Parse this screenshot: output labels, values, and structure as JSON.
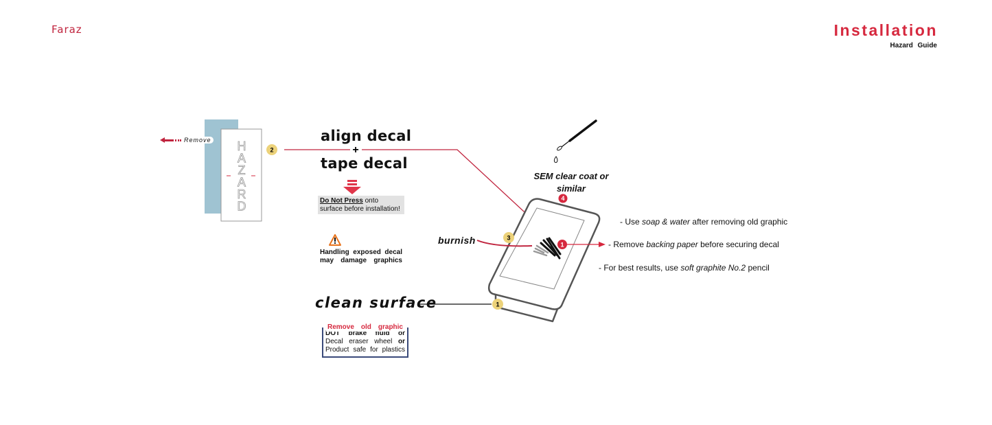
{
  "header": {
    "brand": "Faraz",
    "title": "Installation",
    "subtitle": "Hazard Guide"
  },
  "decal": {
    "letters": [
      "H",
      "A",
      "Z",
      "A",
      "R",
      "D"
    ],
    "remove_label": "Remove"
  },
  "steps": {
    "step2_top": "align decal",
    "step2_plus": "+",
    "step2_bottom": "tape decal",
    "do_not_press_bold": "Do Not Press",
    "do_not_press_rest": " onto surface before installation!",
    "warning": "Handling exposed decal may damage graphics",
    "clean_surface": "clean surface",
    "remove_box": {
      "header": "Remove old graphic",
      "line1": "DOT brake fluid",
      "line1_or": "or",
      "line2": "Decal eraser wheel",
      "line2_or": "or",
      "line3": "Product safe for plastics"
    },
    "clear_coat": "SEM clear coat or similar",
    "burnish": "burnish"
  },
  "badges": {
    "b1": "1",
    "b2": "2",
    "b3": "3",
    "b4": "4",
    "r1": "1"
  },
  "notes": {
    "n1": {
      "a": "- Use ",
      "i": "soap & water",
      "b": " after removing old graphic"
    },
    "n2": {
      "a": "- Remove ",
      "i": "backing paper",
      "b": " before securing decal"
    },
    "n3": {
      "a": "- For best results, use ",
      "i": "soft graphite No.2",
      "b": " pencil"
    }
  },
  "colors": {
    "red": "#d6283e",
    "yellow": "#ecd27a",
    "blue": "#9fc3d2",
    "navy": "#3a4a7a",
    "orange": "#e8731c"
  }
}
